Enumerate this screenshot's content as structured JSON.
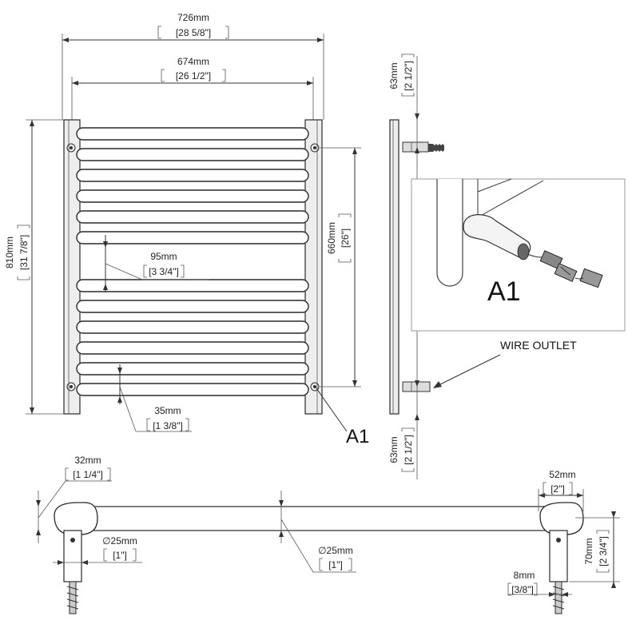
{
  "front_view": {
    "overall_width": {
      "mm": "726mm",
      "in": "[28 5/8\"]"
    },
    "inner_width": {
      "mm": "674mm",
      "in": "[26 1/2\"]"
    },
    "overall_height": {
      "mm": "810mm",
      "in": "[31 7/8\"]"
    },
    "mount_height": {
      "mm": "660mm",
      "in": "[26\"]"
    },
    "bar_gap": {
      "mm": "95mm",
      "in": "[3 3/4\"]"
    },
    "bar_spacing": {
      "mm": "35mm",
      "in": "[1 3/8\"]"
    },
    "detail_marker": "A1"
  },
  "side_view": {
    "top_offset": {
      "mm": "63mm",
      "in": "[2 1/2\"]"
    },
    "bottom_offset": {
      "mm": "63mm",
      "in": "[2 1/2\"]"
    },
    "wire_outlet_label": "WIRE OUTLET",
    "detail_label": "A1"
  },
  "top_view": {
    "end_cap": {
      "mm": "32mm",
      "in": "[1 1/4\"]"
    },
    "post_diameter": {
      "mm": "∅25mm",
      "in": "[1\"]"
    },
    "bar_diameter": {
      "mm": "∅25mm",
      "in": "[1\"]"
    },
    "bracket_width": {
      "mm": "52mm",
      "in": "[2\"]"
    },
    "wall_depth": {
      "mm": "70mm",
      "in": "[2 3/4\"]"
    },
    "screw": {
      "mm": "8mm",
      "in": "[3/8\"]"
    }
  }
}
